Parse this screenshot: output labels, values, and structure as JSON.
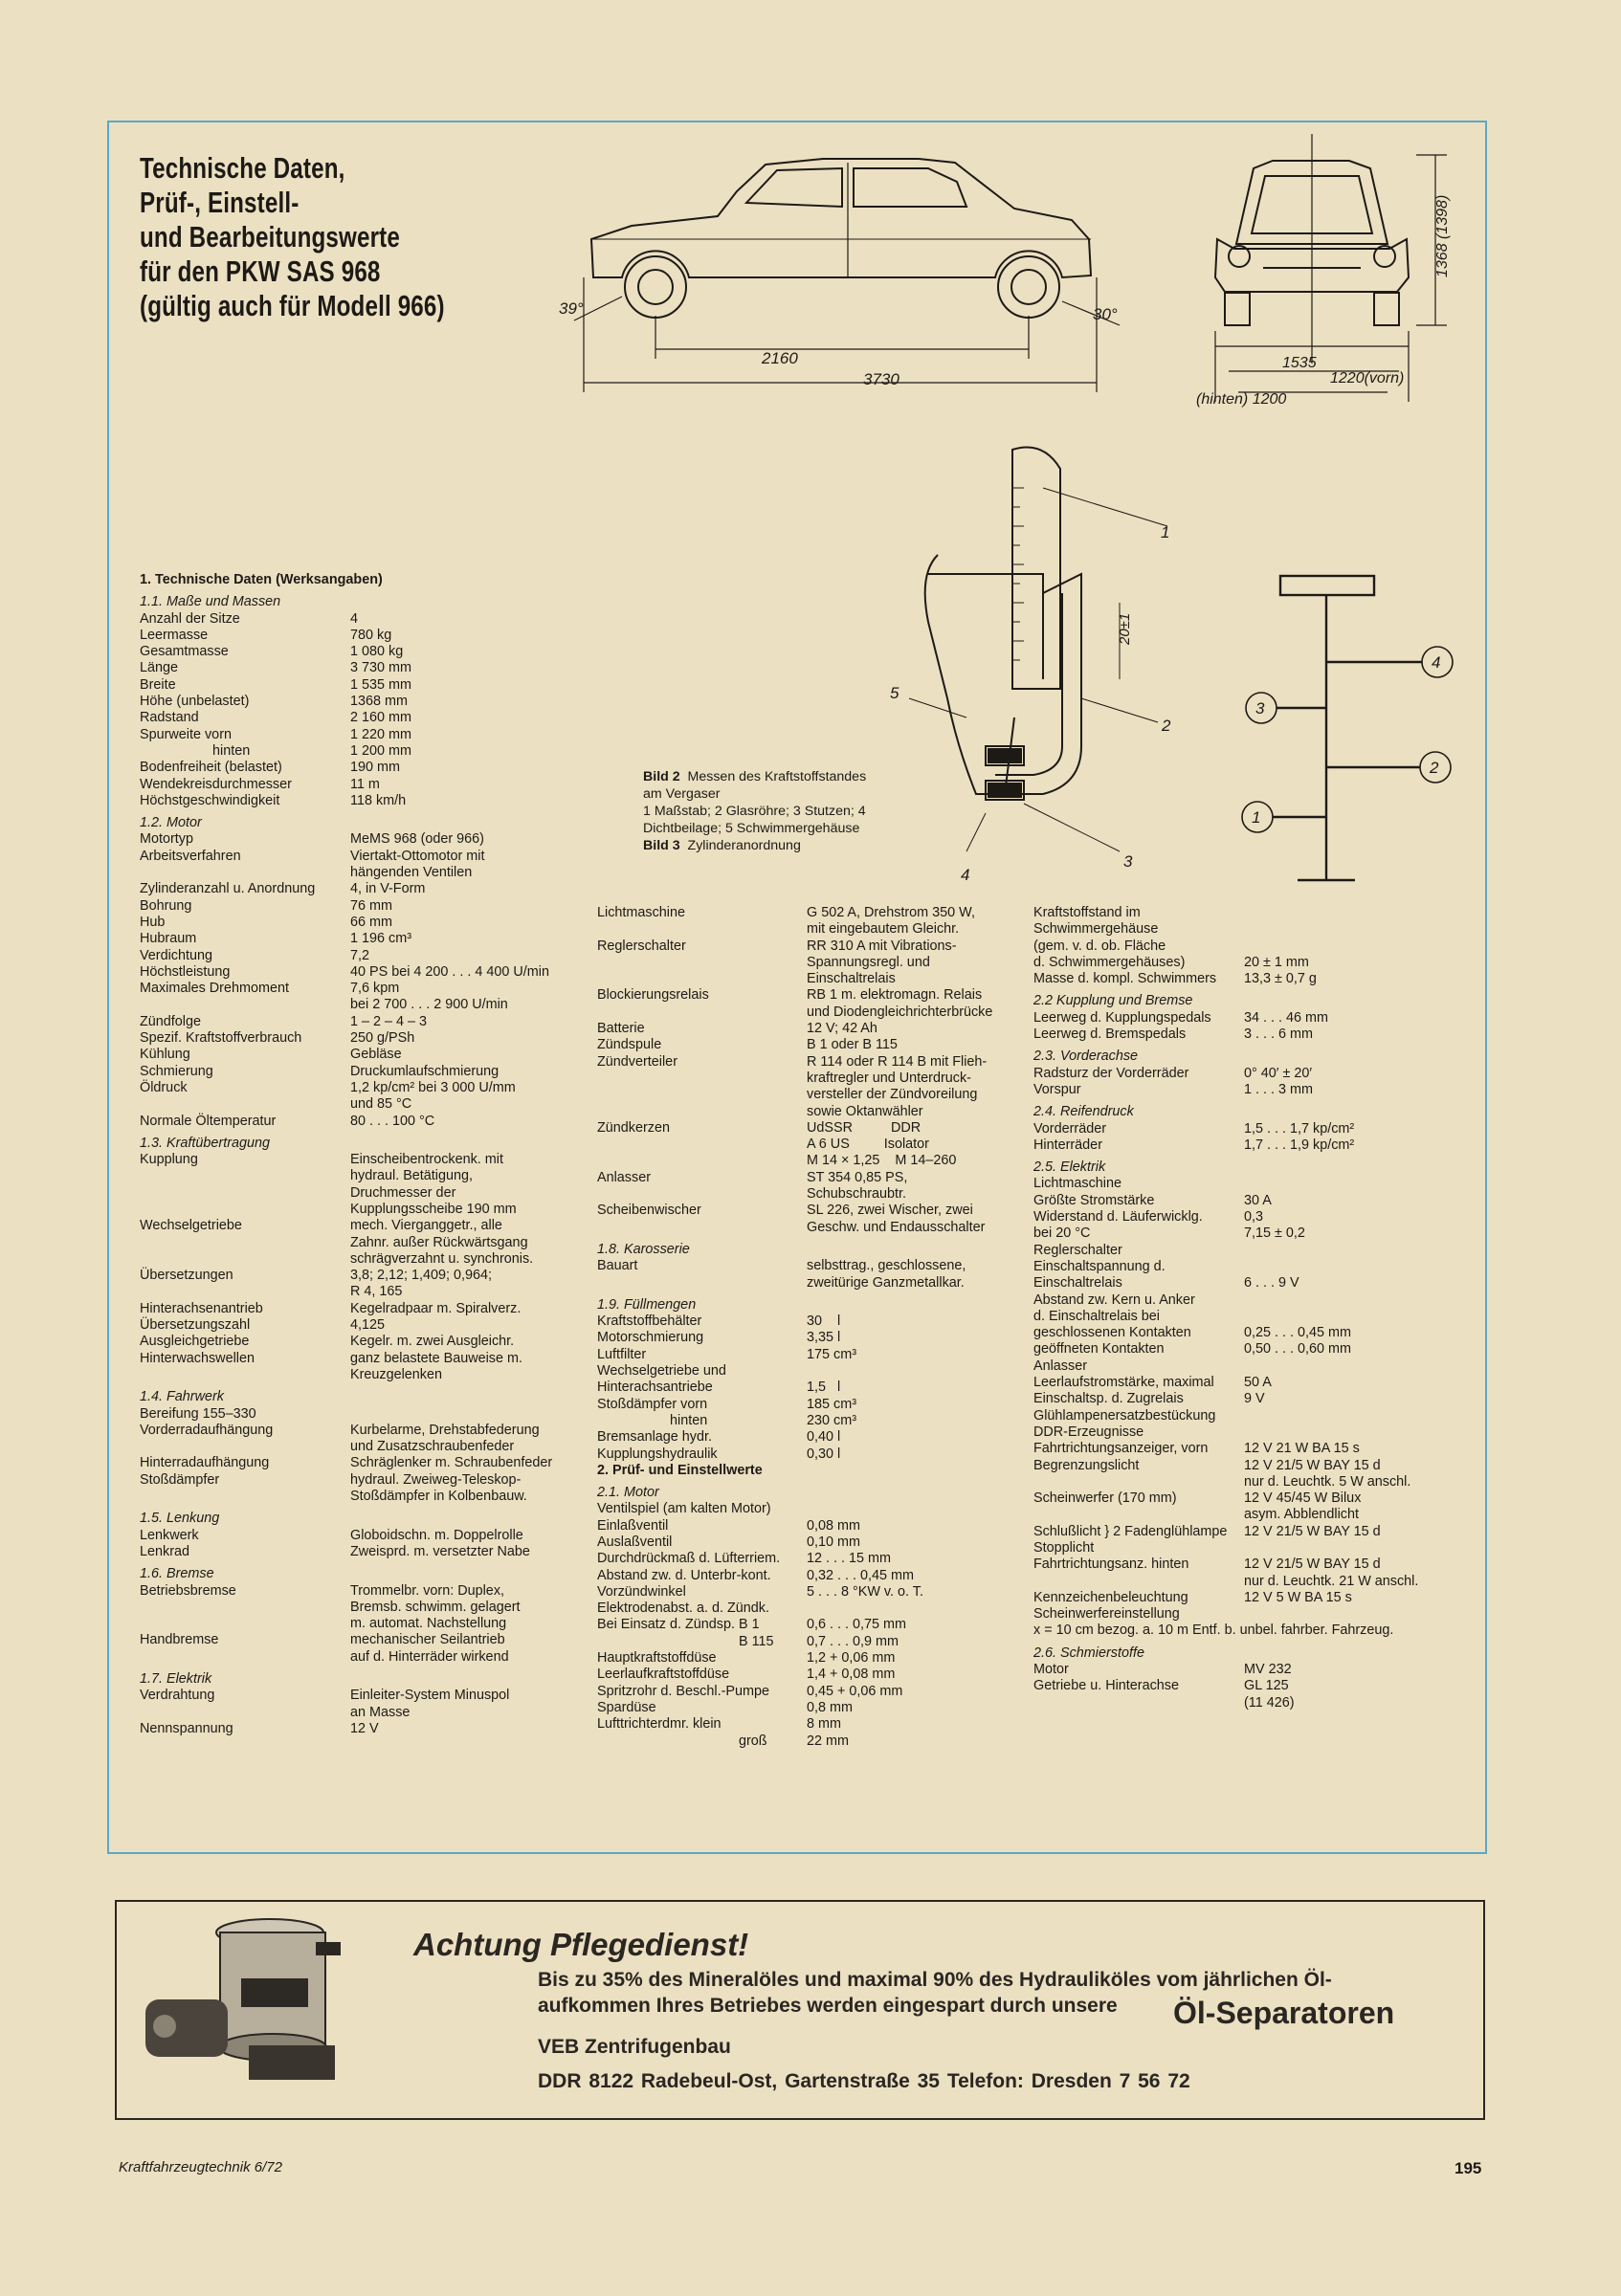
{
  "title": [
    "Technische Daten,",
    "Prüf-, Einstell-",
    "und Bearbeitungswerte",
    "für den PKW SAS 968",
    "(gültig auch für Modell 966)"
  ],
  "drawing_labels": {
    "angle_front": "39°",
    "angle_rear": "30°",
    "wheelbase": "2160",
    "length": "3730",
    "height": "1368 (1398)",
    "width": "1535",
    "track_front": "1220(vorn)",
    "track_rear": "(hinten) 1200",
    "gauge_dim": "20±1",
    "bild2_n1": "1",
    "bild2_n2": "2",
    "bild2_n3": "3",
    "bild2_n4": "4",
    "bild2_n5": "5",
    "bild3_n1": "1",
    "bild3_n2": "2",
    "bild3_n3": "3",
    "bild3_n4": "4"
  },
  "caption": {
    "bild2_label": "Bild 2",
    "bild2_text": "Messen des Kraftstoffstandes am Vergaser",
    "bild2_items": "1 Maßstab; 2 Glasröhre; 3 Stutzen; 4 Dichtbeilage; 5 Schwimmergehäuse",
    "bild3_label": "Bild 3",
    "bild3_text": "Zylinderanordnung"
  },
  "col1": [
    {
      "t": "h",
      "k": "1. Technische Daten (Werksangaben)"
    },
    {
      "t": "s",
      "k": "1.1. Maße und Massen"
    },
    {
      "k": "Anzahl der Sitze",
      "v": "4"
    },
    {
      "k": "Leermasse",
      "v": "780 kg"
    },
    {
      "k": "Gesamtmasse",
      "v": "1 080 kg"
    },
    {
      "k": "Länge",
      "v": "3 730 mm"
    },
    {
      "k": "Breite",
      "v": "1 535 mm"
    },
    {
      "k": "Höhe (unbelastet)",
      "v": "1368 mm"
    },
    {
      "k": "Radstand",
      "v": "2 160 mm"
    },
    {
      "k": "Spurweite vorn",
      "v": "1 220 mm"
    },
    {
      "k": "hinten",
      "v": "1 200 mm",
      "i": 1
    },
    {
      "k": "Bodenfreiheit (belastet)",
      "v": "190 mm"
    },
    {
      "k": "Wendekreisdurchmesser",
      "v": "11 m"
    },
    {
      "k": "Höchstgeschwindigkeit",
      "v": "118 km/h"
    },
    {
      "t": "s",
      "k": "1.2. Motor"
    },
    {
      "k": "Motortyp",
      "v": "MeMS 968 (oder 966)"
    },
    {
      "k": "Arbeitsverfahren",
      "v": "Viertakt-Ottomotor mit"
    },
    {
      "k": "",
      "v": "hängenden Ventilen"
    },
    {
      "k": "Zylinderanzahl u. Anordnung",
      "v": "4, in V-Form"
    },
    {
      "k": "Bohrung",
      "v": "76 mm"
    },
    {
      "k": "Hub",
      "v": "66 mm"
    },
    {
      "k": "Hubraum",
      "v": "1 196 cm³"
    },
    {
      "k": "Verdichtung",
      "v": "7,2"
    },
    {
      "k": "Höchstleistung",
      "v": "40 PS bei 4 200 . . . 4 400 U/min"
    },
    {
      "k": "Maximales Drehmoment",
      "v": "7,6 kpm"
    },
    {
      "k": "",
      "v": "bei 2 700 . . . 2 900 U/min"
    },
    {
      "k": "Zündfolge",
      "v": "1 – 2 – 4 – 3"
    },
    {
      "k": "Spezif. Kraftstoffverbrauch",
      "v": "250 g/PSh"
    },
    {
      "k": "Kühlung",
      "v": "Gebläse"
    },
    {
      "k": "Schmierung",
      "v": "Druckumlaufschmierung"
    },
    {
      "k": "Öldruck",
      "v": "1,2 kp/cm² bei 3 000 U/mm"
    },
    {
      "k": "",
      "v": "und 85 °C"
    },
    {
      "k": "Normale Öltemperatur",
      "v": "80 . . . 100 °C"
    },
    {
      "t": "s",
      "k": "1.3. Kraftübertragung"
    },
    {
      "k": "Kupplung",
      "v": "Einscheibentrockenk. mit"
    },
    {
      "k": "",
      "v": "hydraul. Betätigung,"
    },
    {
      "k": "",
      "v": "Druchmesser der"
    },
    {
      "k": "",
      "v": "Kupplungsscheibe 190 mm"
    },
    {
      "k": "Wechselgetriebe",
      "v": "mech. Vierganggetr., alle"
    },
    {
      "k": "",
      "v": "Zahnr. außer Rückwärtsgang"
    },
    {
      "k": "",
      "v": "schrägverzahnt u. synchronis."
    },
    {
      "k": "Übersetzungen",
      "v": "3,8; 2,12; 1,409; 0,964;"
    },
    {
      "k": "",
      "v": "R 4, 165"
    },
    {
      "k": "Hinterachsenantrieb",
      "v": "Kegelradpaar m. Spiralverz."
    },
    {
      "k": "Übersetzungszahl",
      "v": "4,125"
    },
    {
      "k": "Ausgleichgetriebe",
      "v": "Kegelr. m. zwei Ausgleichr."
    },
    {
      "k": "Hinterwachswellen",
      "v": "ganz belastete Bauweise m."
    },
    {
      "k": "",
      "v": "Kreuzgelenken"
    },
    {
      "t": "s",
      "k": "1.4. Fahrwerk"
    },
    {
      "k": "Bereifung 155–330",
      "v": ""
    },
    {
      "k": "Vorderradaufhängung",
      "v": "Kurbelarme, Drehstabfederung"
    },
    {
      "k": "",
      "v": "und Zusatzschraubenfeder"
    },
    {
      "k": "Hinterradaufhängung",
      "v": "Schräglenker m. Schraubenfeder"
    },
    {
      "k": "Stoßdämpfer",
      "v": "hydraul. Zweiweg-Teleskop-"
    },
    {
      "k": "",
      "v": "Stoßdämpfer in Kolbenbauw."
    },
    {
      "t": "s",
      "k": "1.5. Lenkung"
    },
    {
      "k": "Lenkwerk",
      "v": "Globoidschn. m. Doppelrolle"
    },
    {
      "k": "Lenkrad",
      "v": "Zweisprd. m. versetzter Nabe"
    },
    {
      "t": "s",
      "k": "1.6. Bremse"
    },
    {
      "k": "Betriebsbremse",
      "v": "Trommelbr. vorn: Duplex,"
    },
    {
      "k": "",
      "v": "Bremsb. schwimm. gelagert"
    },
    {
      "k": "",
      "v": "m. automat. Nachstellung"
    },
    {
      "k": "Handbremse",
      "v": "mechanischer Seilantrieb"
    },
    {
      "k": "",
      "v": "auf d. Hinterräder wirkend"
    },
    {
      "t": "s",
      "k": "1.7. Elektrik"
    },
    {
      "k": "Verdrahtung",
      "v": "Einleiter-System Minuspol"
    },
    {
      "k": "",
      "v": "an Masse"
    },
    {
      "k": "Nennspannung",
      "v": "12 V"
    }
  ],
  "col2": [
    {
      "k": "Lichtmaschine",
      "v": "G 502 A, Drehstrom 350 W,"
    },
    {
      "k": "",
      "v": "mit eingebautem Gleichr."
    },
    {
      "k": "Reglerschalter",
      "v": "RR 310 A mit Vibrations-"
    },
    {
      "k": "",
      "v": "Spannungsregl. und"
    },
    {
      "k": "",
      "v": "Einschaltrelais"
    },
    {
      "k": "Blockierungsrelais",
      "v": "RB 1 m. elektromagn. Relais"
    },
    {
      "k": "",
      "v": "und Diodengleichrichterbrücke"
    },
    {
      "k": "Batterie",
      "v": "12 V; 42 Ah"
    },
    {
      "k": "Zündspule",
      "v": "B 1 oder B 115"
    },
    {
      "k": "Zündverteiler",
      "v": "R 114 oder R 114 B mit Flieh-"
    },
    {
      "k": "",
      "v": "kraftregler und Unterdruck-"
    },
    {
      "k": "",
      "v": "versteller der Zündvoreilung"
    },
    {
      "k": "",
      "v": "sowie Oktanwähler"
    },
    {
      "k": "Zündkerzen",
      "v": "UdSSR          DDR"
    },
    {
      "k": "",
      "v": "A 6 US         Isolator"
    },
    {
      "k": "",
      "v": "M 14 × 1,25    M 14–260"
    },
    {
      "k": "Anlasser",
      "v": "ST 354 0,85 PS,"
    },
    {
      "k": "",
      "v": "Schubschraubtr."
    },
    {
      "k": "Scheibenwischer",
      "v": "SL 226, zwei Wischer, zwei"
    },
    {
      "k": "",
      "v": "Geschw. und Endausschalter"
    },
    {
      "t": "s",
      "k": "1.8. Karosserie"
    },
    {
      "k": "Bauart",
      "v": "selbsttrag., geschlossene,"
    },
    {
      "k": "",
      "v": "zweitürige Ganzmetallkar."
    },
    {
      "t": "s",
      "k": "1.9. Füllmengen"
    },
    {
      "k": "Kraftstoffbehälter",
      "v": "30    l"
    },
    {
      "k": "Motorschmierung",
      "v": "3,35 l"
    },
    {
      "k": "Luftfilter",
      "v": "175 cm³"
    },
    {
      "k": "Wechselgetriebe und",
      "v": ""
    },
    {
      "k": "Hinterachsantriebe",
      "v": "1,5   l"
    },
    {
      "k": "Stoßdämpfer vorn",
      "v": "185 cm³"
    },
    {
      "k": "hinten",
      "v": "230 cm³",
      "i": 1
    },
    {
      "k": "Bremsanlage hydr.",
      "v": "0,40 l"
    },
    {
      "k": "Kupplungshydraulik",
      "v": "0,30 l"
    },
    {
      "t": "h",
      "k": "2. Prüf- und Einstellwerte"
    },
    {
      "t": "s",
      "k": "2.1. Motor"
    },
    {
      "k": "Ventilspiel (am kalten Motor)",
      "v": ""
    },
    {
      "k": "Einlaßventil",
      "v": "0,08 mm"
    },
    {
      "k": "Auslaßventil",
      "v": "0,10 mm"
    },
    {
      "k": "Durchdrückmaß d. Lüfterriem.",
      "v": "12 . . . 15 mm"
    },
    {
      "k": "Abstand zw. d. Unterbr-kont.",
      "v": "0,32 . . . 0,45 mm"
    },
    {
      "k": "Vorzündwinkel",
      "v": "5 . . . 8 °KW v. o. T."
    },
    {
      "k": "Elektrodenabst. a. d. Zündk.",
      "v": ""
    },
    {
      "k": "Bei Einsatz d. Zündsp. B 1",
      "v": "0,6 . . . 0,75 mm"
    },
    {
      "k": "B 115",
      "v": "0,7 . . . 0,9 mm",
      "i": 2
    },
    {
      "k": "Hauptkraftstoffdüse",
      "v": "1,2 + 0,06 mm"
    },
    {
      "k": "Leerlaufkraftstoffdüse",
      "v": "1,4 + 0,08 mm"
    },
    {
      "k": "Spritzrohr d. Beschl.-Pumpe",
      "v": "0,45 + 0,06 mm"
    },
    {
      "k": "Spardüse",
      "v": "0,8 mm"
    },
    {
      "k": "Lufttrichterdmr. klein",
      "v": "8 mm"
    },
    {
      "k": "groß",
      "v": "22 mm",
      "i": 2
    }
  ],
  "col3": [
    {
      "k": "Kraftstoffstand im",
      "v": ""
    },
    {
      "k": "Schwimmergehäuse",
      "v": ""
    },
    {
      "k": "(gem. v. d. ob. Fläche",
      "v": ""
    },
    {
      "k": "d. Schwimmergehäuses)",
      "v": "20 ± 1 mm"
    },
    {
      "k": "Masse d. kompl. Schwimmers",
      "v": "13,3 ± 0,7 g"
    },
    {
      "t": "s",
      "k": "2.2 Kupplung und Bremse"
    },
    {
      "k": "Leerweg d. Kupplungspedals",
      "v": "34 . . . 46 mm"
    },
    {
      "k": "Leerweg d. Bremspedals",
      "v": "3 . . . 6 mm"
    },
    {
      "t": "s",
      "k": "2.3. Vorderachse"
    },
    {
      "k": "Radsturz der Vorderräder",
      "v": "0° 40′ ± 20′"
    },
    {
      "k": "Vorspur",
      "v": "1 . . . 3 mm"
    },
    {
      "t": "s",
      "k": "2.4. Reifendruck"
    },
    {
      "k": "Vorderräder",
      "v": "1,5 . . . 1,7 kp/cm²"
    },
    {
      "k": "Hinterräder",
      "v": "1,7 . . . 1,9 kp/cm²"
    },
    {
      "t": "s",
      "k": "2.5. Elektrik"
    },
    {
      "k": "Lichtmaschine",
      "v": ""
    },
    {
      "k": "Größte Stromstärke",
      "v": "30 A"
    },
    {
      "k": "Widerstand d. Läuferwicklg.",
      "v": "0,3"
    },
    {
      "k": "bei 20 °C",
      "v": "7,15 ± 0,2"
    },
    {
      "k": "Reglerschalter",
      "v": ""
    },
    {
      "k": "Einschaltspannung d.",
      "v": ""
    },
    {
      "k": "Einschaltrelais",
      "v": "6 . . . 9 V"
    },
    {
      "k": "Abstand zw. Kern u. Anker",
      "v": ""
    },
    {
      "k": "d. Einschaltrelais bei",
      "v": ""
    },
    {
      "k": "geschlossenen Kontakten",
      "v": "0,25 . . . 0,45 mm"
    },
    {
      "k": "geöffneten Kontakten",
      "v": "0,50 . . . 0,60 mm"
    },
    {
      "k": "Anlasser",
      "v": ""
    },
    {
      "k": "Leerlaufstromstärke, maximal",
      "v": "50 A"
    },
    {
      "k": "Einschaltsp. d. Zugrelais",
      "v": "9 V"
    },
    {
      "k": "Glühlampenersatzbestückung",
      "v": ""
    },
    {
      "k": "DDR-Erzeugnisse",
      "v": ""
    },
    {
      "k": "Fahrtrichtungsanzeiger, vorn",
      "v": "12 V 21 W BA 15 s"
    },
    {
      "k": "Begrenzungslicht",
      "v": "12 V 21/5 W BAY 15 d"
    },
    {
      "k": "",
      "v": "nur d. Leuchtk. 5 W anschl."
    },
    {
      "k": "Scheinwerfer (170 mm)",
      "v": "12 V 45/45 W Bilux"
    },
    {
      "k": "",
      "v": "asym. Abblendlicht"
    },
    {
      "k": "Schlußlicht } 2 Fadenglühlampe",
      "v": "12 V 21/5 W BAY 15 d"
    },
    {
      "k": "Stopplicht",
      "v": ""
    },
    {
      "k": "Fahrtrichtungsanz. hinten",
      "v": "12 V 21/5 W BAY 15 d"
    },
    {
      "k": "",
      "v": "nur d. Leuchtk. 21 W anschl."
    },
    {
      "k": "Kennzeichenbeleuchtung",
      "v": "12 V 5 W BA 15 s"
    },
    {
      "k": "Scheinwerfereinstellung",
      "v": ""
    },
    {
      "k": "x = 10 cm bezog. a. 10 m Entf. b. unbel. fahrber. Fahrzeug.",
      "v": ""
    },
    {
      "t": "s",
      "k": "2.6. Schmierstoffe"
    },
    {
      "k": "Motor",
      "v": "MV 232"
    },
    {
      "k": "Getriebe u. Hinterachse",
      "v": "GL 125"
    },
    {
      "k": "",
      "v": "(11 426)"
    }
  ],
  "ad": {
    "title": "Achtung Pflegedienst!",
    "line1": "Bis zu 35% des Mineralöles und maximal 90% des Hydrauliköles vom jährlichen Öl-",
    "line2": "aufkommen Ihres Betriebes werden eingespart durch unsere",
    "product": "Öl-Separatoren",
    "company": "VEB Zentrifugenbau",
    "address": "DDR 8122 Radebeul-Ost, Gartenstraße 35   Telefon: Dresden 7 56 72"
  },
  "footer": {
    "journal": "Kraftfahrzeugtechnik 6/72",
    "page": "195"
  }
}
